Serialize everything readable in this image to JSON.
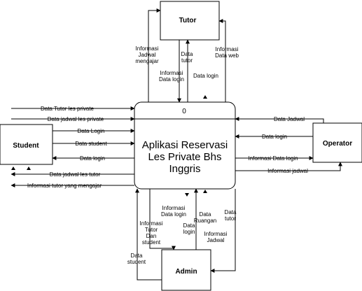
{
  "process": {
    "number": "0",
    "title_lines": [
      "Aplikasi Reservasi",
      "Les Private Bhs",
      "Inggris"
    ]
  },
  "entities": {
    "tutor": "Tutor",
    "student": "Student",
    "operator": "Operator",
    "admin": "Admin"
  },
  "flows": {
    "tutor_jadwal": [
      "Informasi",
      "Jadwal",
      "mengajar"
    ],
    "tutor_data": [
      "Data",
      "tutor"
    ],
    "tutor_info_login": [
      "Informasi",
      "Data login"
    ],
    "tutor_data_login": "Data login",
    "tutor_info_web": [
      "Informasi",
      "Data web"
    ],
    "student_data_tutor": "Data Tutor les private",
    "student_jadwal_les": "Data jadwal les private",
    "student_data_login": "Data Login",
    "student_data_student": "Data student",
    "student_info_login": "Data login",
    "student_jadwal_tutor": "Data jadwal les tutor",
    "student_info_tutor": "Informasi tutor yang mengajar",
    "operator_data_jadwal": "Data Jadwal",
    "operator_data_login": "Data login",
    "operator_info_login": "Informasi Data login",
    "operator_info_jadwal": "Informasi jadwal",
    "admin_data_student": [
      "Data",
      "student"
    ],
    "admin_info_tutor": [
      "Informasi",
      "Tutor",
      "Dan",
      "student"
    ],
    "admin_info_login": [
      "Informasi",
      "Data login"
    ],
    "admin_data_login": [
      "Data",
      "login"
    ],
    "admin_data_ruangan": [
      "Data",
      "Ruangan"
    ],
    "admin_info_jadwal": [
      "Informasi",
      "Jadwal"
    ],
    "admin_data_tutor": [
      "Data",
      "tutor"
    ]
  }
}
